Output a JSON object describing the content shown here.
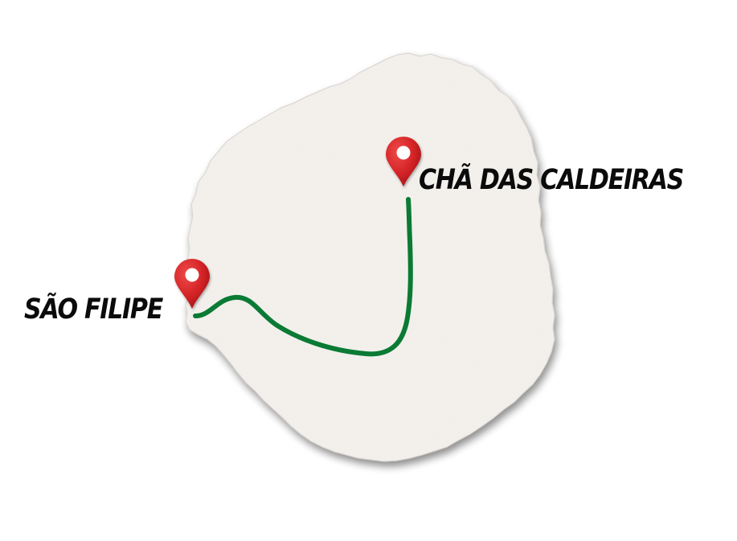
{
  "map": {
    "colors": {
      "background": "#ffffff",
      "island_fill": "#f5f2ee",
      "island_shadow": "#8a8a8a",
      "route": "#0a7a34",
      "marker": "#d42326",
      "marker_dark": "#a3161a",
      "marker_hole": "#ffffff",
      "label_text": "#0b0b0b"
    },
    "island": {
      "texture": "torn paper"
    },
    "places": [
      {
        "id": "sao-filipe",
        "name": "SÃO FILIPE",
        "marker_icon": "map-pin-icon",
        "marker_color": "#d42326"
      },
      {
        "id": "cha-das-caldeiras",
        "name": "CHÃ DAS CALDEIRAS",
        "marker_icon": "map-pin-icon",
        "marker_color": "#d42326"
      }
    ],
    "route": {
      "from": "SÃO FILIPE",
      "to": "CHÃ DAS CALDEIRAS",
      "color": "#0a7a34"
    }
  }
}
